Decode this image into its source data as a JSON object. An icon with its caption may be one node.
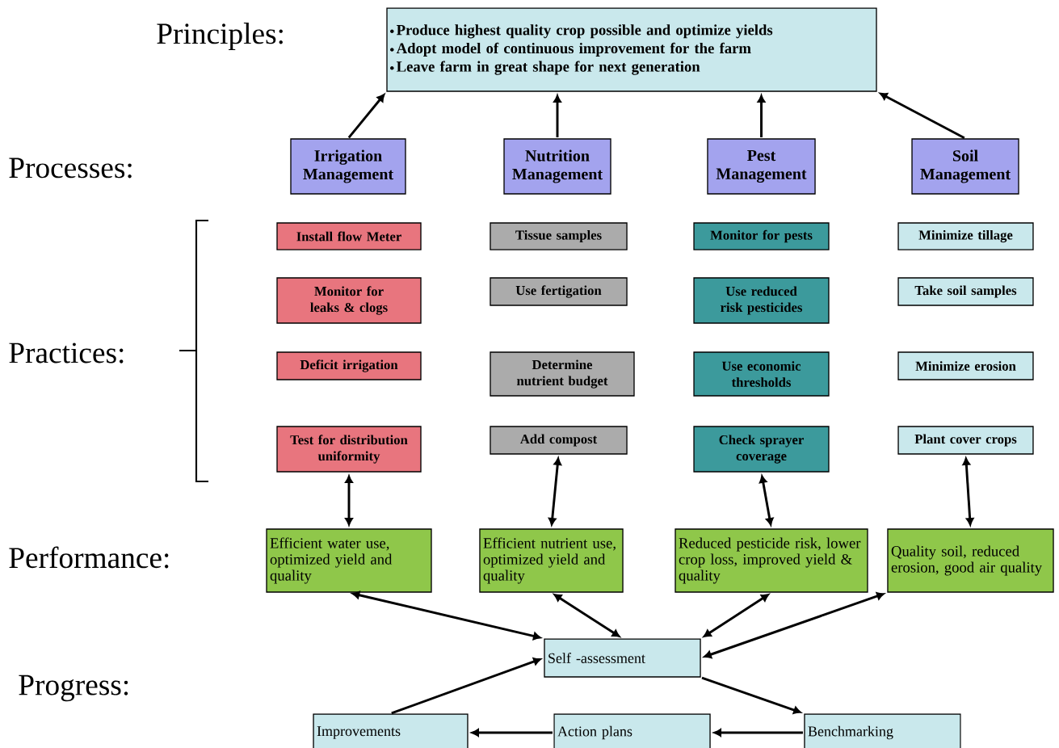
{
  "diagram": {
    "nodes": [
      {
        "text": [
          "Produce highest quality crop possible and optimize yields",
          "Adopt model of continuous improvement for the farm",
          "Leave farm in great shape for next generation"
        ]
      },
      {
        "text": [
          "Irrigation Management"
        ]
      },
      {
        "text": [
          "Nutrition Management"
        ]
      },
      {
        "text": [
          "Pest Management"
        ]
      },
      {
        "text": [
          "Soil Management"
        ]
      },
      {
        "text": [
          "Install flow Meter"
        ]
      },
      {
        "text": [
          "Tissue samples"
        ]
      },
      {
        "text": [
          "Monitor for pests"
        ]
      },
      {
        "text": [
          "Minimize tillage"
        ]
      },
      {
        "text": [
          "Monitor for leaks & clogs"
        ]
      },
      {
        "text": [
          "Use fertigation"
        ]
      },
      {
        "text": [
          "Use reduced risk pesticides"
        ]
      },
      {
        "text": [
          "Take soil samples"
        ]
      },
      {
        "text": [
          "Deficit irrigation"
        ]
      },
      {
        "text": [
          "Determine nutrient budget"
        ]
      },
      {
        "text": [
          "Use economic thresholds"
        ]
      },
      {
        "text": [
          "Minimize erosion"
        ]
      },
      {
        "text": [
          "Test for distribution uniformity"
        ]
      },
      {
        "text": [
          "Add compost"
        ]
      },
      {
        "text": [
          "Check sprayer coverage"
        ]
      },
      {
        "text": [
          "Plant cover crops"
        ]
      },
      {
        "text": [
          "Efficient water use, optimized yield and quality"
        ]
      },
      {
        "text": [
          "Efficient nutrient use, optimized yield and quality"
        ]
      },
      {
        "text": [
          "Reduced pesticide risk, lower crop loss, improved yield & quality"
        ]
      },
      {
        "text": [
          "Quality soil, reduced erosion, good air quality"
        ]
      },
      {
        "text": [
          "Self -assessment"
        ]
      },
      {
        "text": [
          "Improvements"
        ]
      },
      {
        "text": [
          "Action plans"
        ]
      },
      {
        "text": [
          "Benchmarking"
        ]
      }
    ],
    "edges": [
      {
        "from": 1,
        "to": 0,
        "arrow": "to"
      },
      {
        "from": 2,
        "to": 0,
        "arrow": "to"
      },
      {
        "from": 3,
        "to": 0,
        "arrow": "to"
      },
      {
        "from": 4,
        "to": 0,
        "arrow": "to"
      },
      {
        "from": 17,
        "to": 21,
        "arrow": "both"
      },
      {
        "from": 18,
        "to": 22,
        "arrow": "both"
      },
      {
        "from": 19,
        "to": 23,
        "arrow": "both"
      },
      {
        "from": 20,
        "to": 24,
        "arrow": "both"
      },
      {
        "from": 21,
        "to": 25,
        "arrow": "both"
      },
      {
        "from": 22,
        "to": 25,
        "arrow": "both"
      },
      {
        "from": 23,
        "to": 25,
        "arrow": "both"
      },
      {
        "from": 24,
        "to": 25,
        "arrow": "both"
      },
      {
        "from": 25,
        "to": 28,
        "arrow": "to"
      },
      {
        "from": 28,
        "to": 27,
        "arrow": "to"
      },
      {
        "from": 27,
        "to": 26,
        "arrow": "to"
      },
      {
        "from": 26,
        "to": 25,
        "arrow": "to"
      }
    ],
    "labels": [
      "Principles:",
      "Processes:",
      "Practices:",
      "Performance:",
      "Progress:"
    ]
  }
}
